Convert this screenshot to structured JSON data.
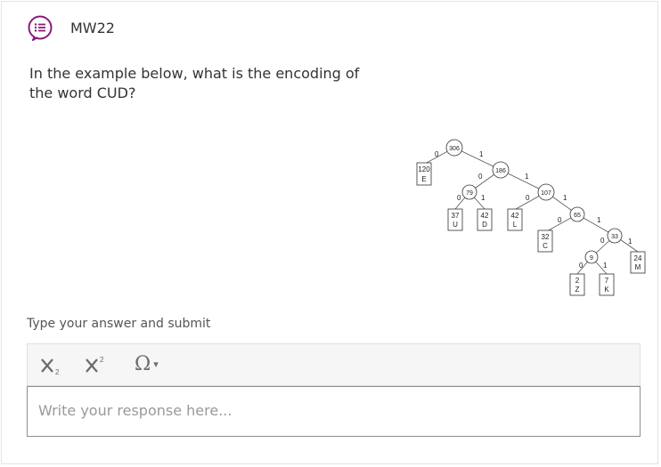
{
  "header": {
    "icon": "list-question-icon",
    "question_id": "MW22"
  },
  "question": {
    "text": "In the example below, what is the encoding of the word CUD?"
  },
  "tree": {
    "nodes": [
      {
        "id": "n306",
        "label": "306"
      },
      {
        "id": "n186",
        "label": "186"
      },
      {
        "id": "n79",
        "label": "79"
      },
      {
        "id": "n107",
        "label": "107"
      },
      {
        "id": "n65",
        "label": "65"
      },
      {
        "id": "n33",
        "label": "33"
      },
      {
        "id": "n9",
        "label": "9"
      }
    ],
    "leaves": [
      {
        "id": "E",
        "count": "120",
        "letter": "E"
      },
      {
        "id": "U",
        "count": "37",
        "letter": "U"
      },
      {
        "id": "D",
        "count": "42",
        "letter": "D"
      },
      {
        "id": "L",
        "count": "42",
        "letter": "L"
      },
      {
        "id": "C",
        "count": "32",
        "letter": "C"
      },
      {
        "id": "M",
        "count": "24",
        "letter": "M"
      },
      {
        "id": "Z",
        "count": "2",
        "letter": "Z"
      },
      {
        "id": "K",
        "count": "7",
        "letter": "K"
      }
    ],
    "edge_labels": [
      "0",
      "1"
    ]
  },
  "answer": {
    "label": "Type your answer and submit"
  },
  "toolbar": {
    "subscript_icon": "subscript-icon",
    "superscript_icon": "superscript-icon",
    "special_chars_icon": "omega-icon",
    "omega_glyph": "Ω",
    "dropdown_glyph": "▾"
  },
  "response": {
    "placeholder": "Write your response here..."
  },
  "colors": {
    "accent": "#8a1a7a",
    "border": "#8d8d8d",
    "toolbar_bg": "#f6f6f6"
  }
}
